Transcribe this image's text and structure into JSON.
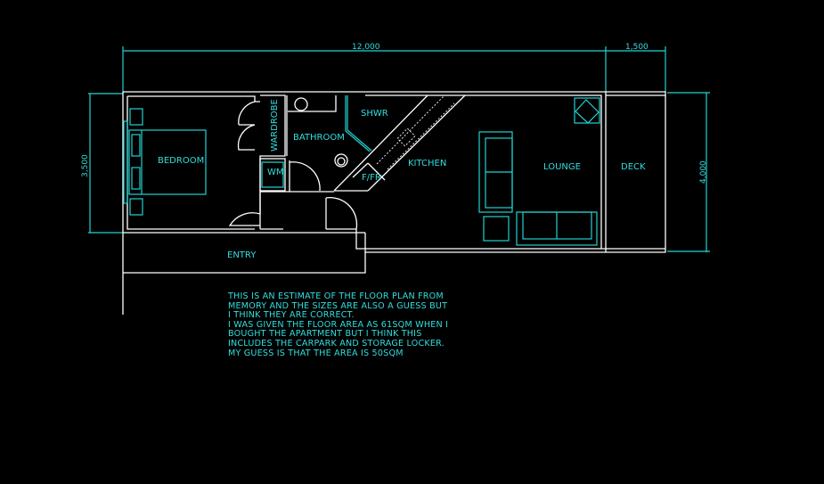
{
  "dimensions": {
    "total_length": "12,000",
    "deck_length": "1,500",
    "bedroom_width": "3,500",
    "lounge_width": "4,000"
  },
  "rooms": {
    "bedroom": "BEDROOM",
    "wardrobe": "WARDROBE",
    "bathroom": "BATHROOM",
    "shower": "SHWR",
    "washing_machine": "WM",
    "kitchen": "KITCHEN",
    "fridge": "F/FR",
    "lounge": "LOUNGE",
    "deck": "DECK",
    "entry": "ENTRY"
  },
  "note": [
    "THIS IS AN ESTIMATE OF THE FLOOR PLAN FROM",
    "MEMORY AND THE SIZES ARE ALSO A GUESS BUT",
    "I THINK THEY ARE CORRECT.",
    "I WAS GIVEN THE FLOOR AREA AS 61SQM WHEN I",
    "BOUGHT THE APARTMENT BUT I THINK THIS",
    "INCLUDES THE CARPARK AND STORAGE LOCKER.",
    "MY GUESS IS THAT THE AREA IS 50SQM"
  ],
  "colors": {
    "background": "#000000",
    "walls": "#ffffff",
    "annotation": "#22d3d3"
  }
}
